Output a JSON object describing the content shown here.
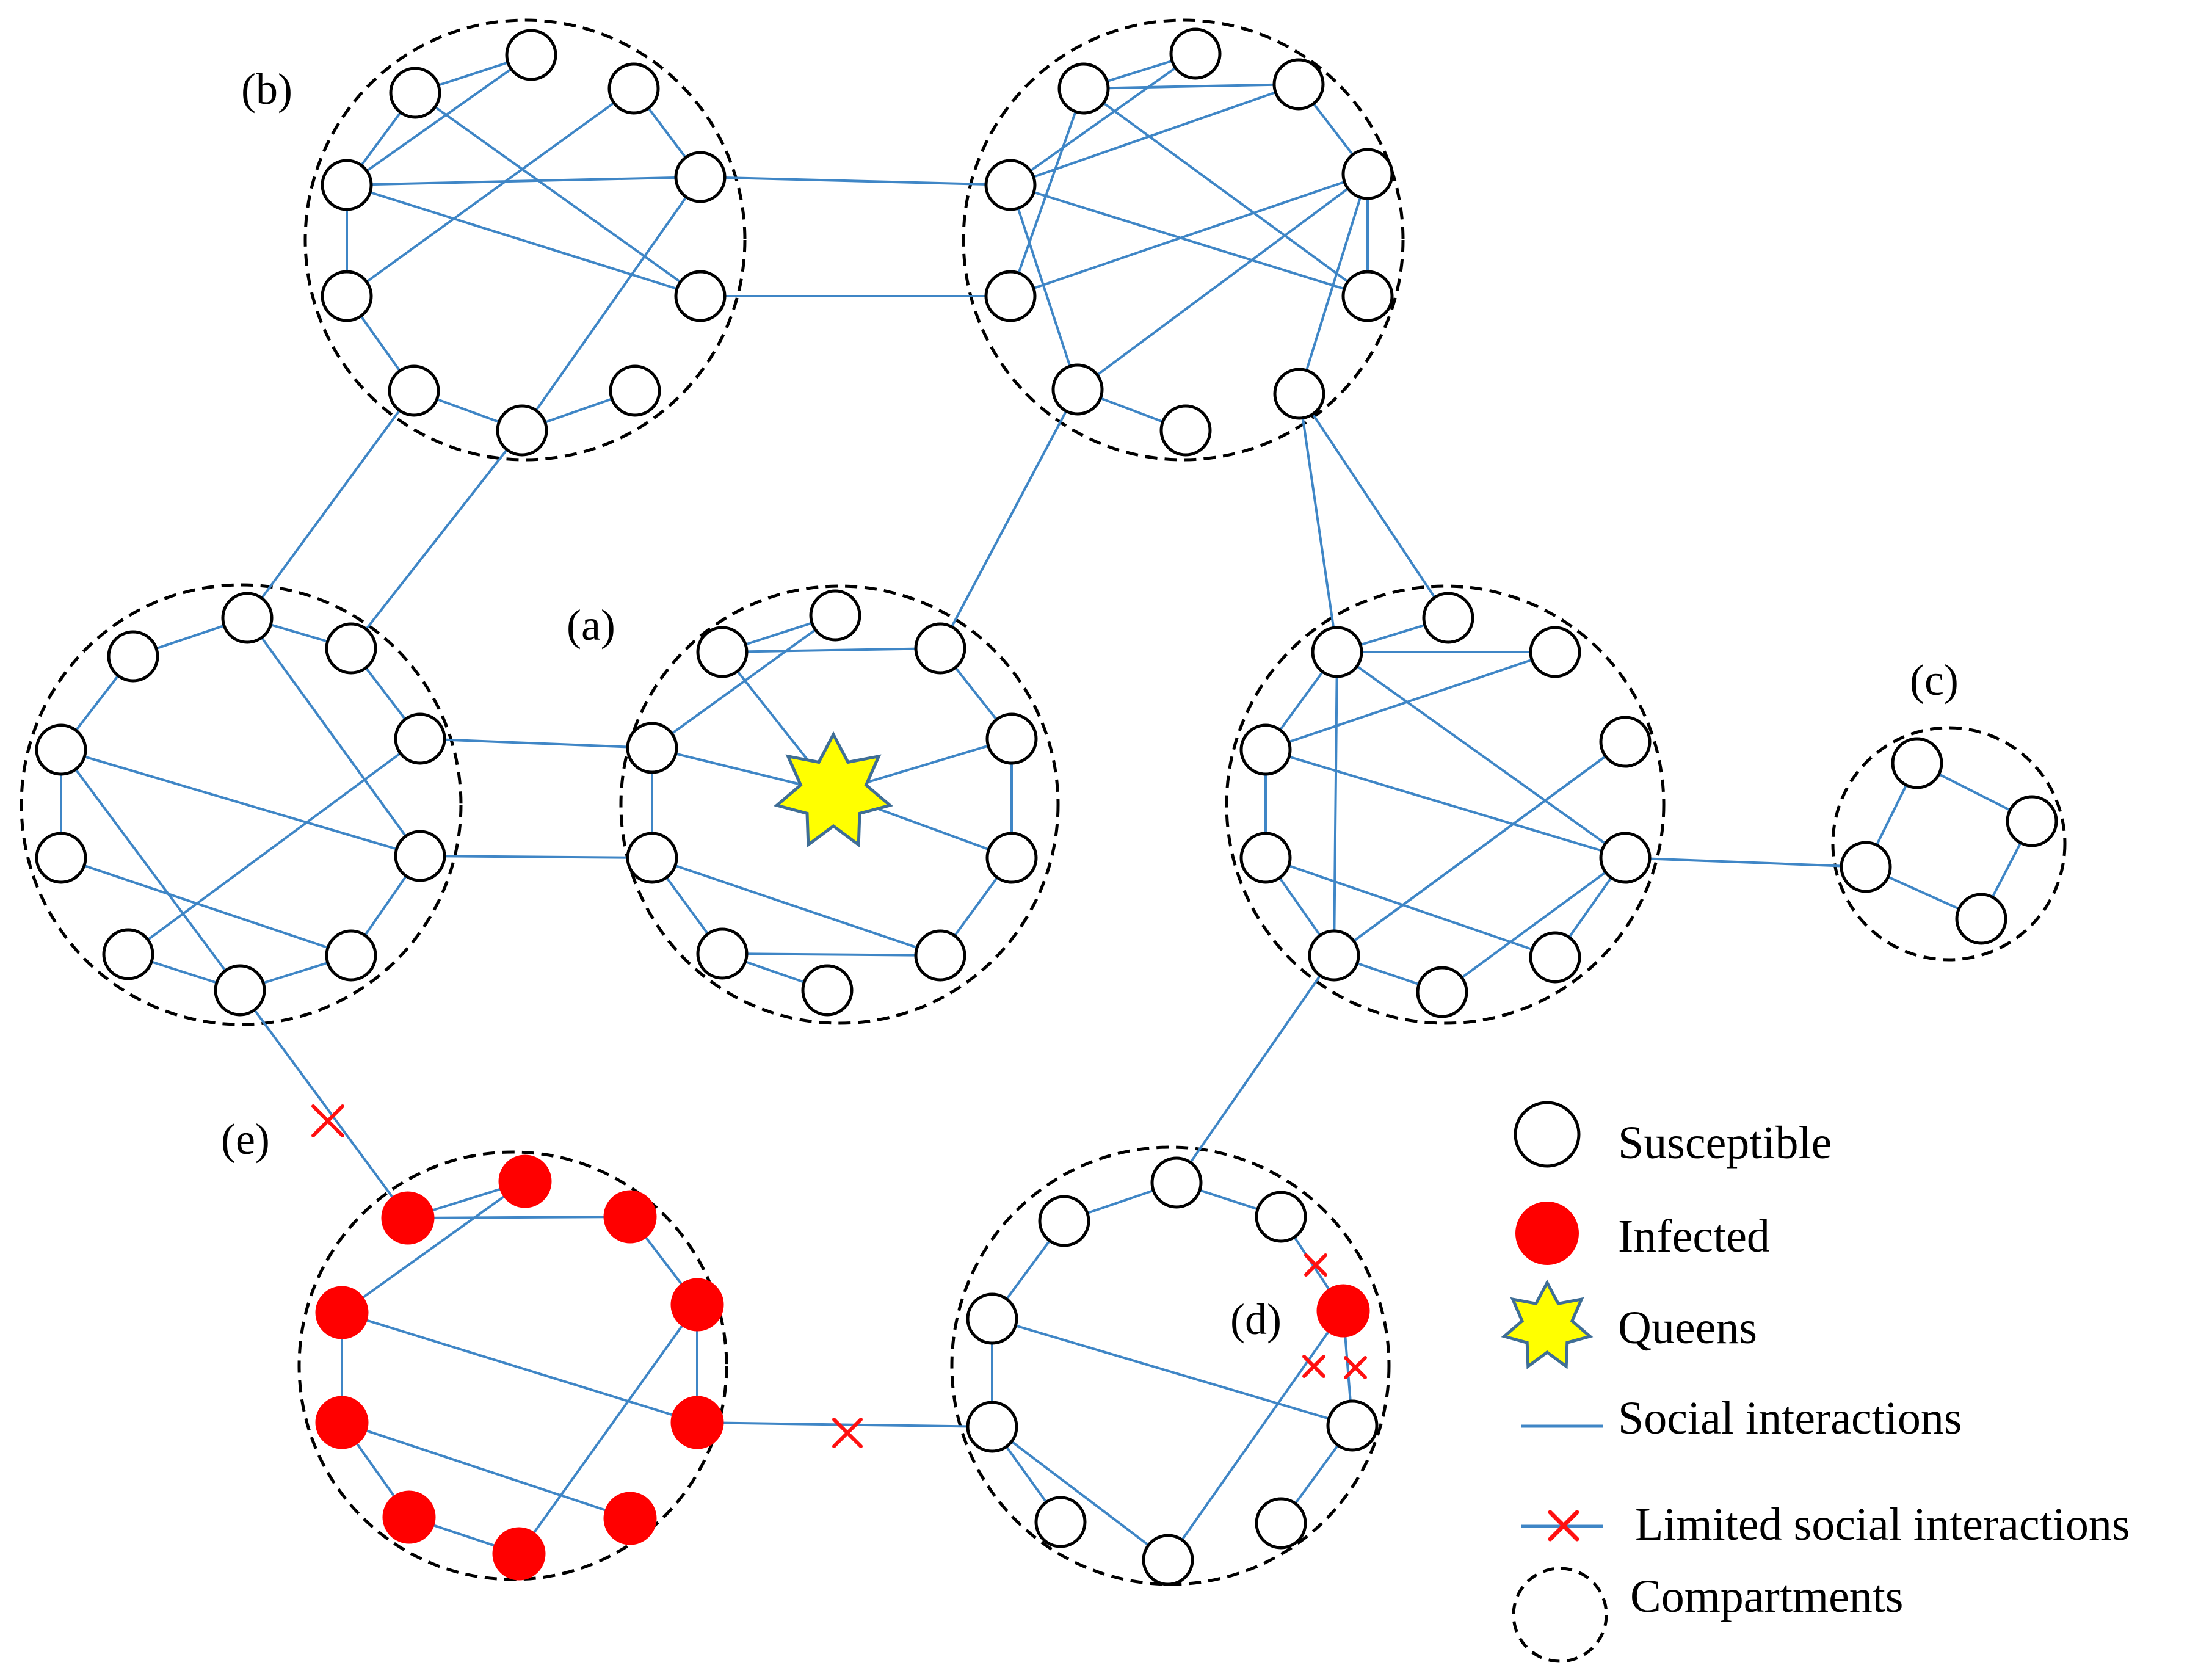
{
  "colors": {
    "edge": "#3F86C6",
    "node_stroke": "#000000",
    "node_fill": "#FFFFFF",
    "infected": "#FF0000",
    "queen_fill": "#FFFF00",
    "queen_stroke": "#3F6E96",
    "limit_mark": "#FF1010",
    "compartment": "#000000"
  },
  "labels": {
    "a": "(a)",
    "b": "(b)",
    "c": "(c)",
    "d": "(d)",
    "e": "(e)"
  },
  "legend": {
    "susceptible": "Susceptible",
    "infected": "Infected",
    "queens": "Queens",
    "social": "Social interactions",
    "limited": "Limited social interactions",
    "compartments": "Compartments"
  }
}
